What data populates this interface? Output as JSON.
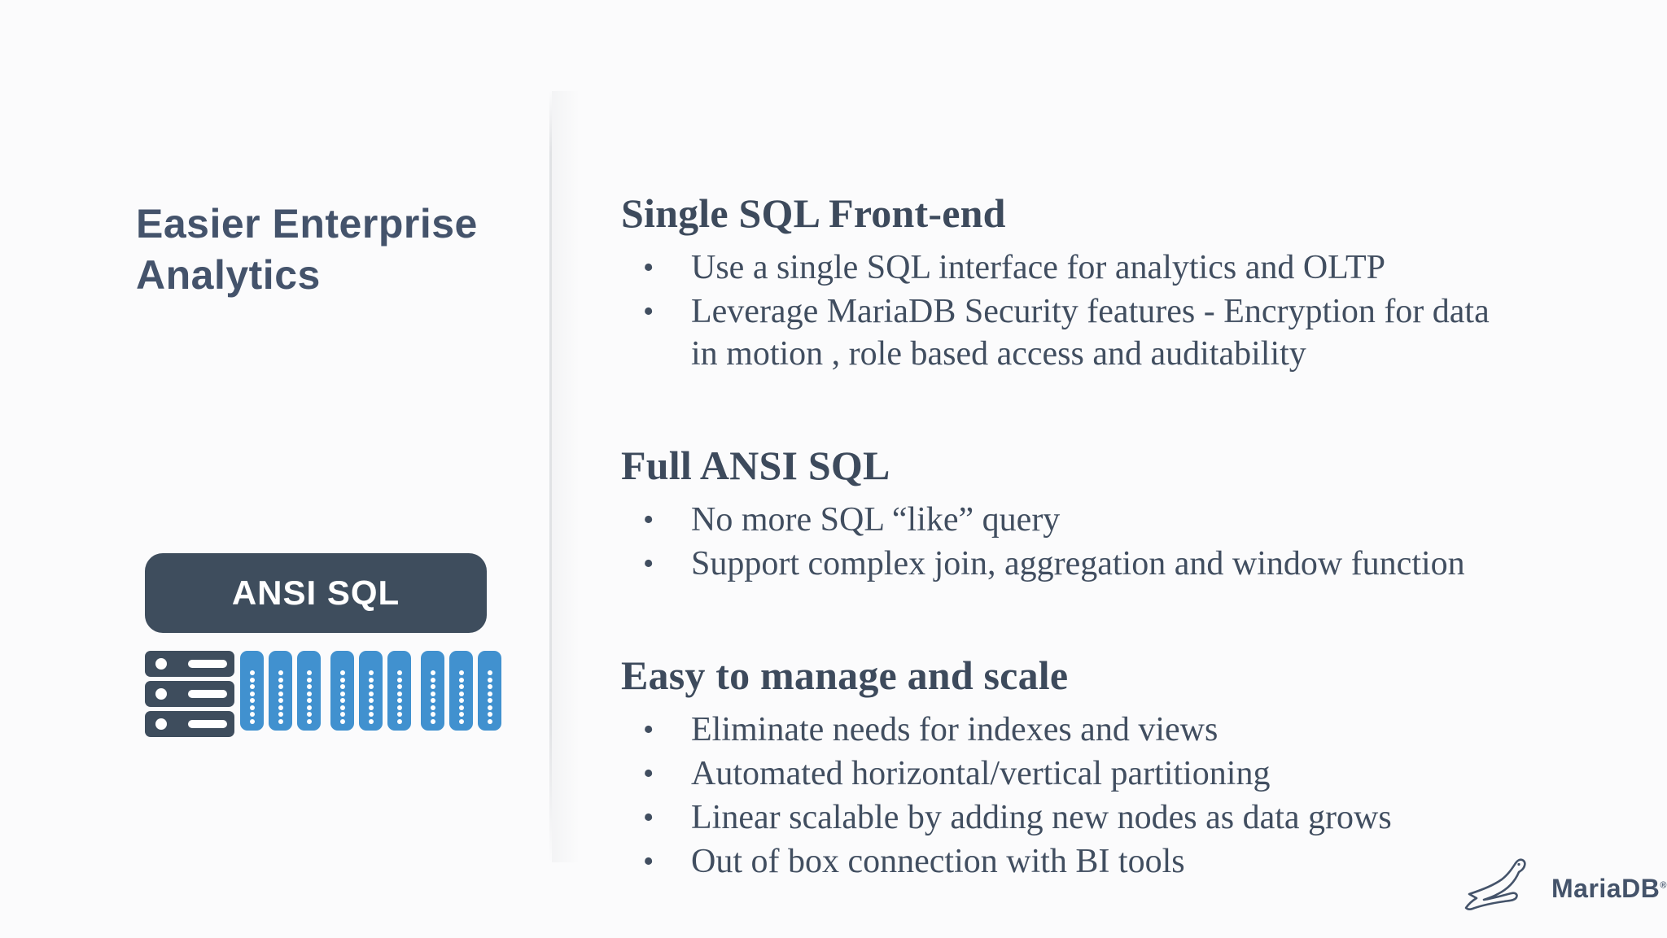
{
  "title": "Easier Enterprise Analytics",
  "diagram": {
    "box_label": "ANSI SQL",
    "server_icon": {
      "rows": 3
    },
    "column_icon": {
      "count": 9,
      "group_size": 3,
      "dots_per_column": 8
    }
  },
  "sections": [
    {
      "heading": "Single SQL Front-end",
      "bullets": [
        "Use a single SQL interface for analytics and OLTP",
        "Leverage MariaDB Security features - Encryption for data in motion , role based access and auditability"
      ]
    },
    {
      "heading": "Full ANSI SQL",
      "bullets": [
        "No more SQL “like” query",
        "Support complex join, aggregation and window function"
      ]
    },
    {
      "heading": "Easy to manage and scale",
      "bullets": [
        "Eliminate needs for indexes and views",
        "Automated horizontal/vertical partitioning",
        "Linear scalable by adding new nodes as data grows",
        "Out of box connection with BI tools"
      ]
    }
  ],
  "logo": {
    "text": "MariaDB",
    "registered": "®"
  },
  "colors": {
    "slate": "#3e4d5d",
    "blue": "#4191cf",
    "title_text": "#44536b",
    "body_text": "#414e60",
    "background": "#fbfbfc"
  }
}
